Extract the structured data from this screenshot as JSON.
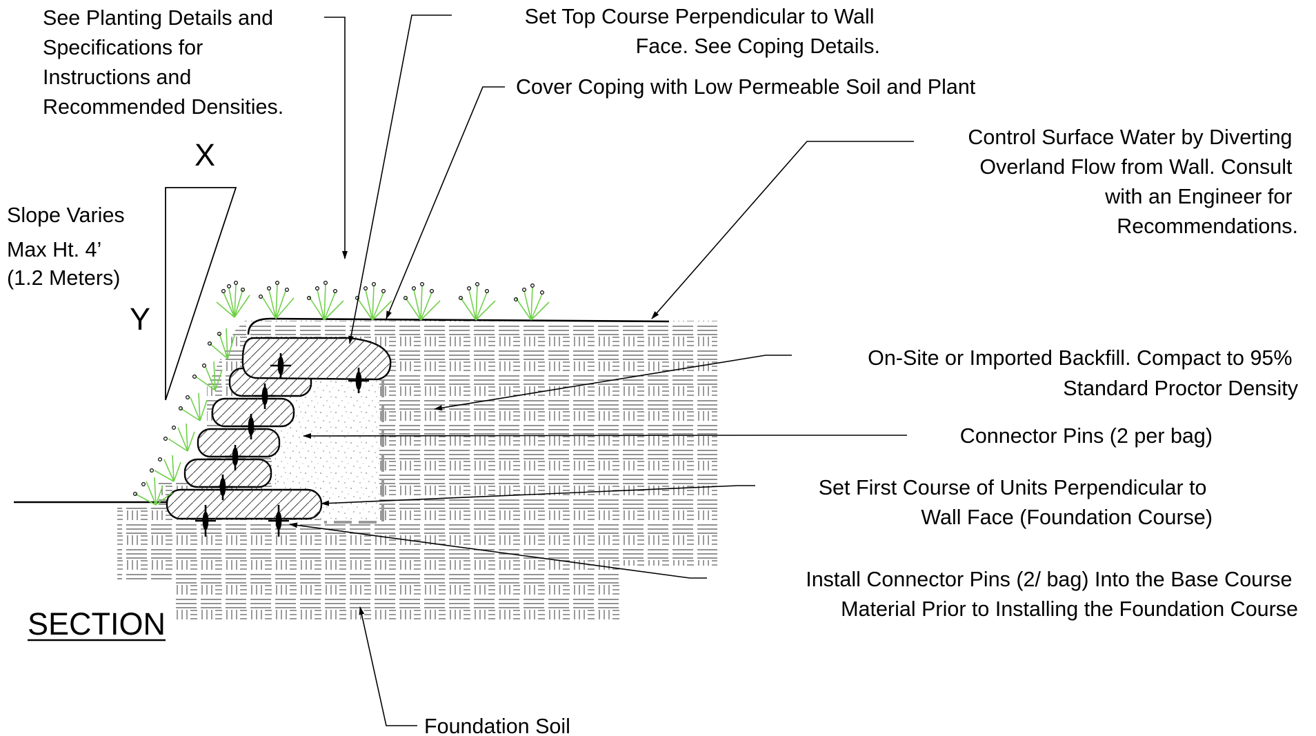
{
  "labels": {
    "planting": [
      "See Planting Details and",
      "Specifications for",
      "Instructions and",
      "Recommended Densities."
    ],
    "top_course": [
      "Set Top Course Perpendicular to Wall",
      "Face.  See Coping Details."
    ],
    "cover_coping": "Cover Coping with Low Permeable Soil and Plant",
    "surface_water": [
      "Control Surface Water by Diverting",
      "Overland Flow from Wall.  Consult",
      "with an Engineer for",
      "Recommendations."
    ],
    "x": "X",
    "y": "Y",
    "slope": "Slope Varies",
    "max_ht": [
      "Max Ht. 4’",
      "(1.2 Meters)"
    ],
    "backfill": [
      "On-Site or Imported Backfill. Compact to 95%",
      "Standard Proctor Density"
    ],
    "connector_pins": "Connector Pins (2 per bag)",
    "first_course": [
      "Set First Course of Units Perpendicular to",
      "Wall Face (Foundation Course)"
    ],
    "install_pins": [
      "Install Connector Pins (2/ bag) Into the Base Course",
      "Material Prior to Installing the Foundation Course"
    ],
    "section": "SECTION",
    "foundation_soil": "Foundation Soil"
  },
  "colors": {
    "grass": "#6fd04a",
    "hatch": "#555555",
    "line": "#000000"
  }
}
